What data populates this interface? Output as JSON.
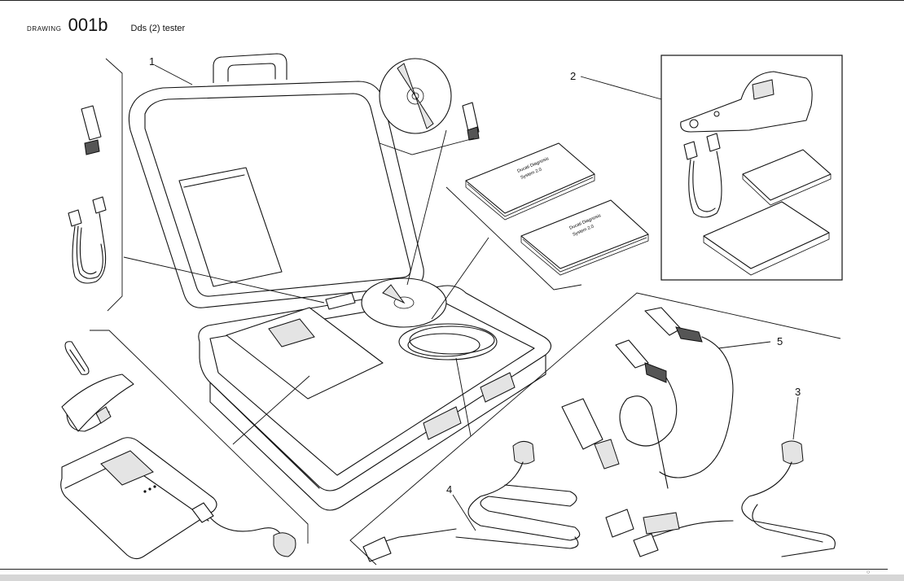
{
  "header": {
    "drawing_label": "DRAWING",
    "drawing_code": "001b",
    "title": "Dds (2) tester"
  },
  "callouts": {
    "c1": "1",
    "c2": "2",
    "c3": "3",
    "c4": "4",
    "c5": "5"
  },
  "icons": {
    "case": "carry-case-icon",
    "cd": "cd-disc-icon",
    "usb": "usb-stick-icon",
    "manual": "manual-booklet-icon",
    "tester": "dds-tester-unit-icon",
    "cable": "diagnostic-cable-icon",
    "clamps": "battery-clamps-icon",
    "carabiner": "carabiner-icon",
    "strap": "strap-icon"
  }
}
